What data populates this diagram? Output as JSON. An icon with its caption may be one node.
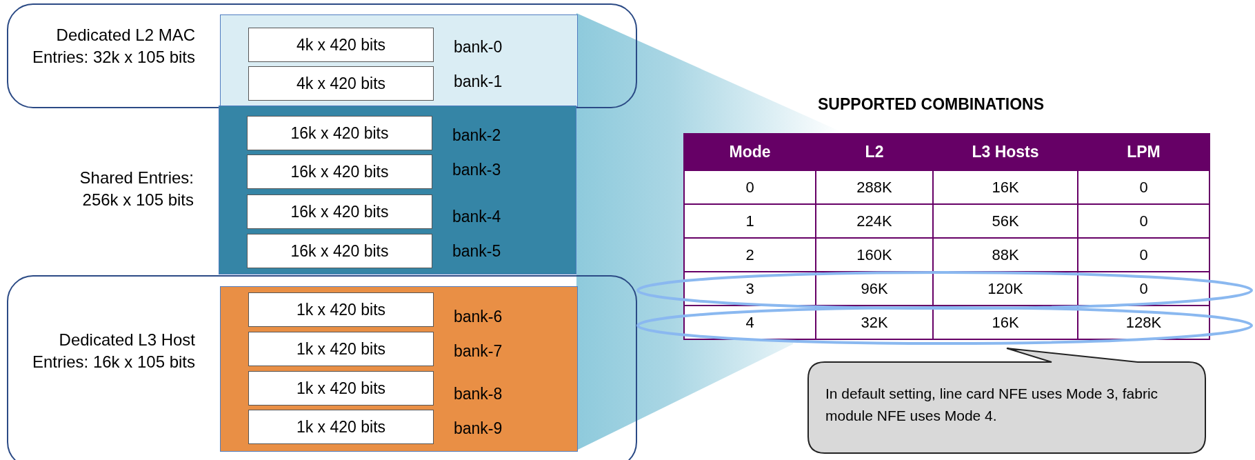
{
  "diagram": {
    "nodes": [
      {
        "text": [
          "Dedicated L2 MAC Entries: 32k x 105 bits"
        ]
      },
      {
        "text": [],
        "shape": "box",
        "in": 0
      },
      {
        "text": [
          "4k x 420 bits"
        ],
        "in": 1,
        "beside": [
          "bank-0"
        ]
      },
      {
        "text": [
          "4k x 420 bits"
        ],
        "in": 1,
        "beside": [
          "bank-1"
        ]
      },
      {
        "text": [],
        "shape": "box"
      },
      {
        "text": [
          "16k x 420 bits"
        ],
        "in": 4,
        "beside": [
          "bank-2"
        ]
      },
      {
        "text": [
          "16k x 420 bits"
        ],
        "in": 4,
        "beside": [
          "bank-3"
        ]
      },
      {
        "text": [
          "16k x 420 bits"
        ],
        "in": 4,
        "beside": [
          "bank-4"
        ]
      },
      {
        "text": [
          "16k x 420 bits"
        ],
        "in": 4,
        "beside": [
          "bank-5"
        ]
      },
      {
        "text": [
          "Dedicated L3 Host Entries: 16k x 105 bits"
        ]
      },
      {
        "text": [],
        "shape": "box",
        "in": 9
      },
      {
        "text": [
          "1k x 420 bits"
        ],
        "in": 10,
        "beside": [
          "bank-6"
        ]
      },
      {
        "text": [
          "1k x 420 bits"
        ],
        "in": 10,
        "beside": [
          "bank-7"
        ]
      },
      {
        "text": [
          "1k x 420 bits"
        ],
        "in": 10,
        "beside": [
          "bank-8"
        ]
      },
      {
        "text": [
          "1k x 420 bits"
        ],
        "in": 10,
        "beside": [
          "bank-9"
        ]
      },
      {
        "text": [
          "In default setting, line card NFE uses Mode 3, fabric module NFE uses Mode 4."
        ]
      }
    ],
    "labels": [
      "Shared Entries: 256k x 105 bits",
      "SUPPORTED COMBINATIONS",
      "Mode",
      "L2",
      "L3 Hosts",
      "LPM",
      "0",
      "288K",
      "16K",
      "0",
      "1",
      "224K",
      "56K",
      "0",
      "2",
      "160K",
      "88K",
      "0",
      "3",
      "96K",
      "120K",
      "0",
      "4",
      "32K",
      "16K",
      "128K"
    ]
  }
}
